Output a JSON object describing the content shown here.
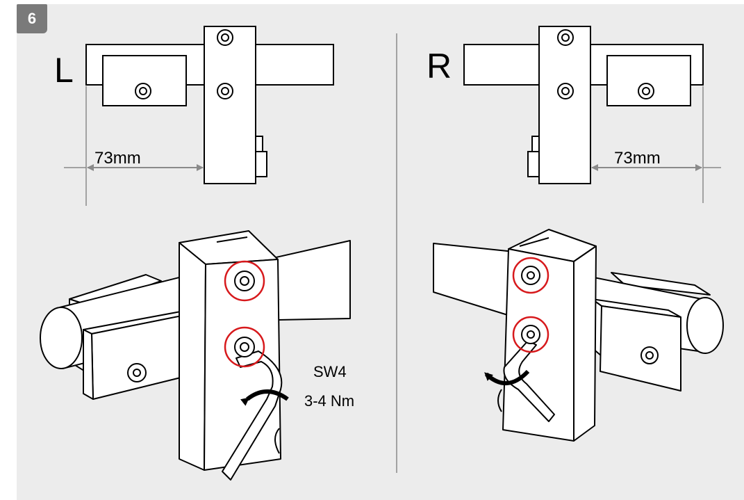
{
  "step": {
    "number": "6"
  },
  "left": {
    "side_label": "L",
    "dimension": "73mm"
  },
  "right": {
    "side_label": "R",
    "dimension": "73mm"
  },
  "spec": {
    "tool": "SW4",
    "torque": "3-4 Nm"
  },
  "colors": {
    "panel": "#ececec",
    "badge": "#7a7a7a",
    "highlight": "#d7191c",
    "dimension": "#8a8a8a",
    "line": "#000000"
  },
  "icons": [
    "hex-bolt-icon",
    "rotation-arrow-icon",
    "hex-key-icon",
    "dimension-arrow-icon"
  ]
}
